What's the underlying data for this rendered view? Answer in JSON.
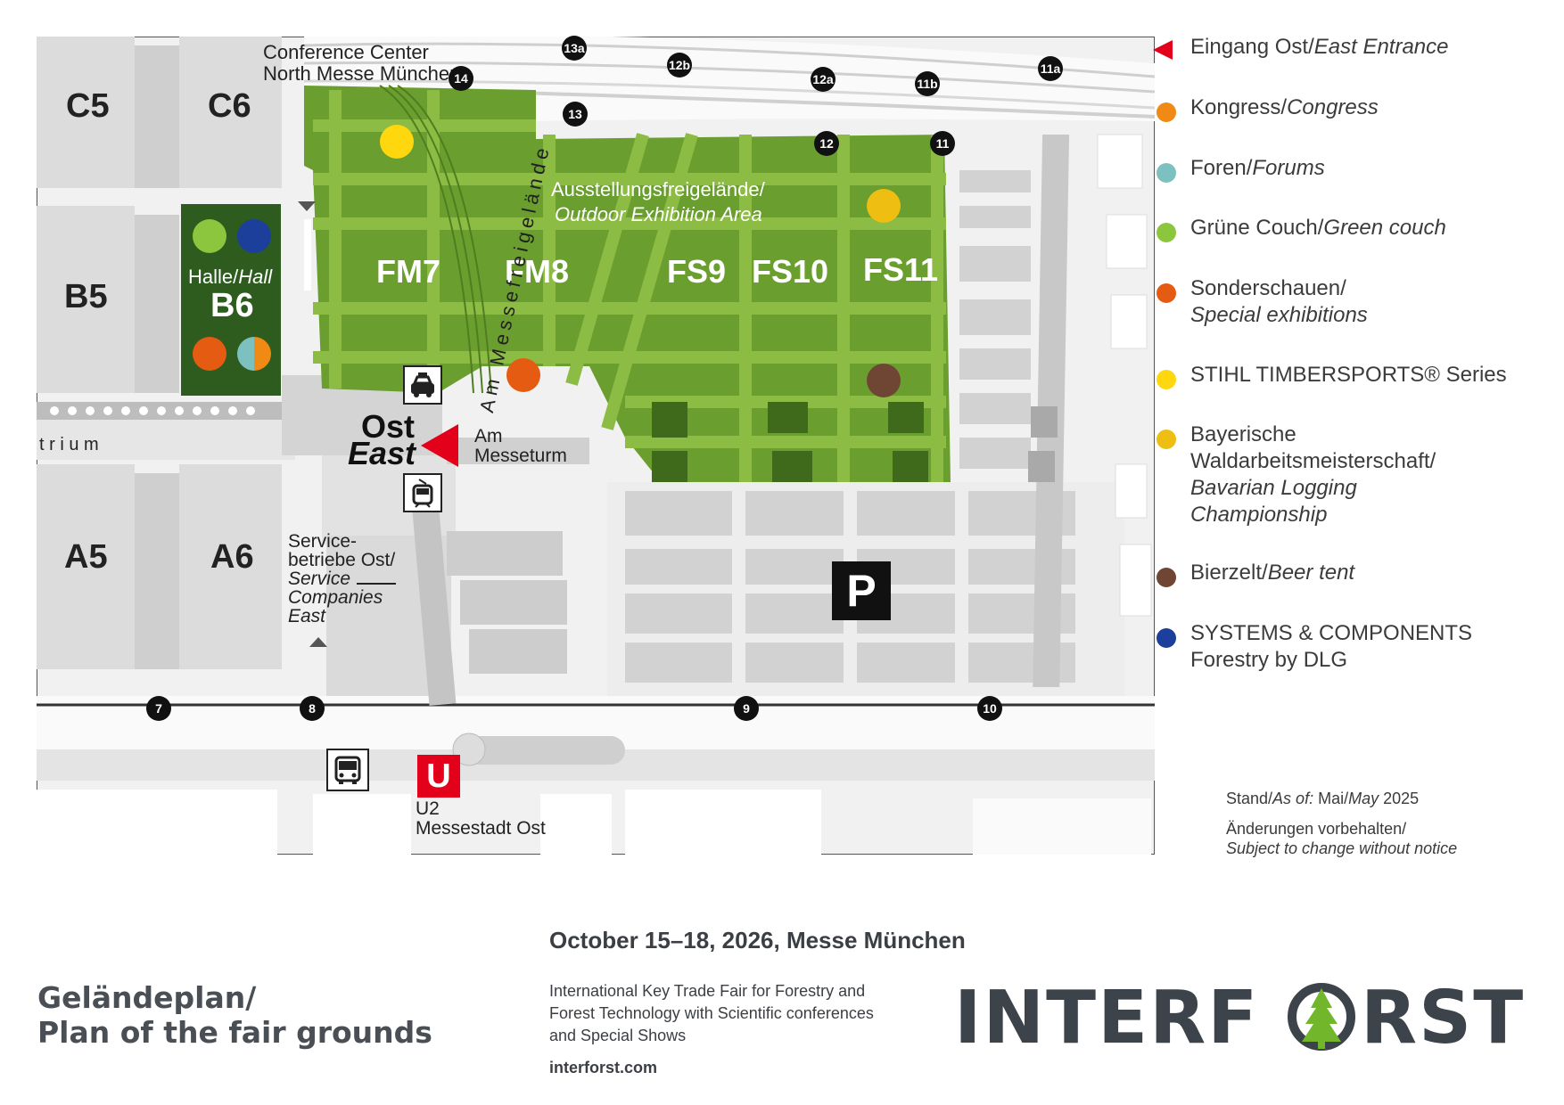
{
  "map": {
    "halls": {
      "c5": "C5",
      "c6": "C6",
      "b5": "B5",
      "b6_top": "Halle/",
      "b6_top_italic": "Hall",
      "b6": "B6",
      "a5": "A5",
      "a6": "A6",
      "atrium": "t r i u m"
    },
    "areas": [
      "FM7",
      "FM8",
      "FS9",
      "FS10",
      "FS11"
    ],
    "outdoor_label": "Ausstellungsfreigelände/",
    "outdoor_label_en": "Outdoor Exhibition Area",
    "conference_line1": "Conference Center",
    "conference_line2": "North Messe München",
    "street_vertical": "Am Messefreigelände",
    "entrance_de": "Ost",
    "entrance_en": "East",
    "am_messeturm_1": "Am",
    "am_messeturm_2": "Messeturm",
    "service_1": "Service-",
    "service_2": "betriebe Ost/",
    "service_3": "Service",
    "service_4": "Companies",
    "service_5": "East",
    "u2_letter": "U",
    "u2_line": "U2",
    "u2_station": "Messestadt Ost",
    "parking": "P",
    "gates": [
      "13a",
      "14",
      "12b",
      "12a",
      "11b",
      "11a",
      "13",
      "12",
      "11",
      "7",
      "8",
      "9",
      "10"
    ]
  },
  "legend": {
    "entrance_de": "Eingang Ost/",
    "entrance_en": "East Entrance",
    "congress_de": "Kongress/",
    "congress_en": "Congress",
    "forums_de": "Foren/",
    "forums_en": "Forums",
    "green_de": "Grüne Couch/",
    "green_en": "Green couch",
    "special_de": "Sonderschauen/",
    "special_en": "Special exhibitions",
    "stihl": "STIHL TIMBERSPORTS® Series",
    "bav_1": "Bayerische",
    "bav_2": "Waldarbeitsmeisterschaft/",
    "bav_3": "Bavarian Logging",
    "bav_4": "Championship",
    "beer_de": "Bierzelt/",
    "beer_en": "Beer tent",
    "systems_1": "SYSTEMS & COMPONENTS",
    "systems_2": "Forestry by DLG"
  },
  "colors": {
    "entrance": "#e2001a",
    "congress": "#f08a14",
    "forums": "#7cc1c0",
    "green_couch": "#8cc63f",
    "special": "#e55b12",
    "stihl": "#ffd70f",
    "bavarian": "#efbe12",
    "beer": "#6f4534",
    "systems": "#1b3f9b"
  },
  "notes": {
    "stand_de": "Stand/",
    "stand_en": "As of:",
    "stand_date": "Mai/",
    "stand_date_en": "May",
    "stand_year": "2025",
    "change_de": "Änderungen vorbehalten/",
    "change_en": "Subject to change without notice"
  },
  "footer": {
    "title_1": "Geländeplan/",
    "title_2": "Plan of the fair grounds",
    "date": "October 15–18, 2026, Messe München",
    "desc": "International Key Trade Fair for Forestry and Forest Technology with Scientific conferences and Special Shows",
    "url": "interforst.com",
    "logo_left": "INTERF",
    "logo_right": "RST"
  }
}
